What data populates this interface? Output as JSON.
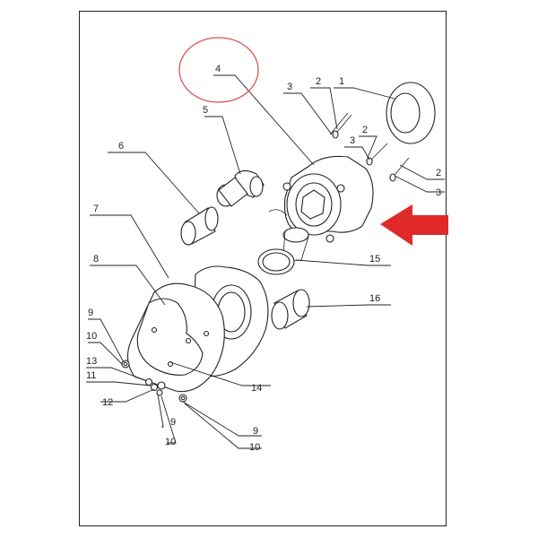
{
  "diagram": {
    "callouts": {
      "c1": "1",
      "c2a": "2",
      "c2b": "2",
      "c2c": "2",
      "c3a": "3",
      "c3b": "3",
      "c3c": "3",
      "c4": "4",
      "c5": "5",
      "c6": "6",
      "c7": "7",
      "c8": "8",
      "c9a": "9",
      "c9b": "9",
      "c9c": "9",
      "c10a": "10",
      "c10b": "10",
      "c10c": "10",
      "c11": "11",
      "c12": "12",
      "c13": "13",
      "c14": "14",
      "c15": "15",
      "c16": "16"
    },
    "colors": {
      "line": "#222222",
      "highlight_circle": "#d9534f",
      "arrow": "#e02a2a"
    },
    "icons": {
      "pointer": "left-arrow-icon"
    }
  }
}
